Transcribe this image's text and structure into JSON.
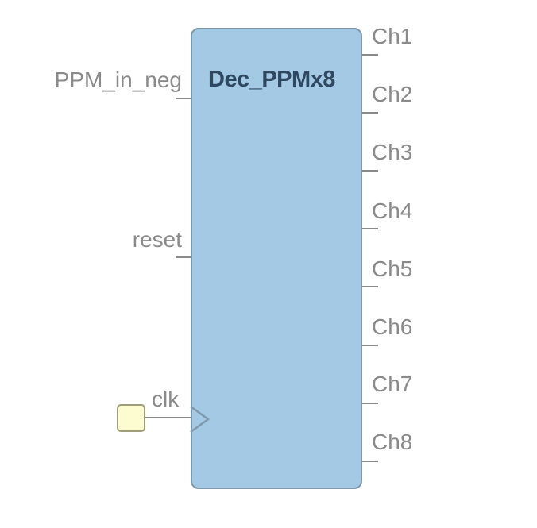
{
  "block": {
    "title": "Dec_PPMx8",
    "fill": "#a4c9e5",
    "border": "#7e99ae"
  },
  "inputs": {
    "ppm_in_neg": "PPM_in_neg",
    "reset": "reset",
    "clk": "clk"
  },
  "outputs": [
    "Ch1",
    "Ch2",
    "Ch3",
    "Ch4",
    "Ch5",
    "Ch6",
    "Ch7",
    "Ch8"
  ],
  "clock_source": {
    "fill": "#fdfbd0"
  },
  "icons": {
    "clock_input": "clock-triangle-icon"
  }
}
